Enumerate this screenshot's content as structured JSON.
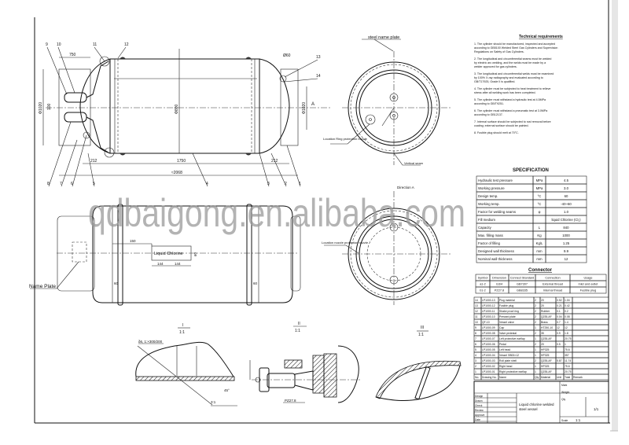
{
  "watermark": "qdbaigong.en.alibaba.com",
  "main_view": {
    "part_numbers": [
      "9",
      "10",
      "11",
      "12",
      "13",
      "14",
      "8",
      "7",
      "6",
      "5",
      "4",
      "3",
      "2",
      "1"
    ],
    "dimensions": {
      "d1": "750",
      "d2": "Φ1020",
      "d3": "1750",
      "d4": "≈2068",
      "d5": "212",
      "d6": "212",
      "d7": "Φ800",
      "d8": "Φ1020",
      "d9": "Ø60",
      "d10": "100"
    },
    "direction_mark": "A"
  },
  "side_view": {
    "label_text": "Liquid Chlorine",
    "name_plate_label": "Name Plate",
    "dims": {
      "w": "150",
      "a": "144",
      "b": "144",
      "h": "60",
      "band_left": "60",
      "band_right": "60"
    }
  },
  "end_view_top": {
    "steel_name_plate": "steel name plate",
    "location_ring": "Location Ring protection nozzle",
    "vertical_seam": "Vertical seam"
  },
  "end_view_bottom": {
    "direction": "Direction A",
    "location_nozzle": "Location nozzle protection nozzle"
  },
  "details": [
    {
      "id": "I",
      "scale": "1:1"
    },
    {
      "id": "II",
      "scale": "1:1"
    },
    {
      "id": "III",
      "scale": "1:1"
    }
  ],
  "detail_labels": {
    "plug": "PZ27.8",
    "slope": "3:1",
    "angle": "45°",
    "weld": "δ6, 1:×300/200"
  },
  "notes": {
    "title": "Technical requirements",
    "items": [
      "1. The cylinder should be manufactured, inspected and accepted according to GB5100 Welded Steel Gas Cylinders and Supervision Regulations on Safety of Gas Cylinders.",
      "2. The longitudinal and circumferential seams must be welded by electric arc welding, and the welds must be made by a welder approved for gas cylinders.",
      "3. The longitudinal and circumferential welds must be examined by 100% X-ray radiography and evaluated according to GB/T17925, Grade II is qualified.",
      "4. The cylinder must be subjected to heat treatment to relieve stress after all welding work has been completed.",
      "5. The cylinder must withstand a hydraulic test at 4.5MPa according to GB/T9251.",
      "6. The cylinder must withstand a pneumatic test at 3.0MPa according to GB12137.",
      "7. Internal surface should be subjected to rust removal before coating; external surface should be painted.",
      "8. Fusible plug should melt at 70°C."
    ]
  },
  "specification": {
    "title": "SPECIFICATION",
    "rows": [
      [
        "Hydraulic test pressure",
        "MPa",
        "4.5"
      ],
      [
        "Working pressure",
        "MPa",
        "3.0"
      ],
      [
        "Design temp.",
        "°C",
        "60"
      ],
      [
        "Working temp.",
        "°C",
        "-40~60"
      ],
      [
        "Factor for welding seams",
        "φ",
        "1.0"
      ],
      [
        "Fill medium",
        "",
        "liquid Chlorine (Cl₂)"
      ],
      [
        "Capacity",
        "L",
        "840"
      ],
      [
        "Max. filling mass",
        "Kg",
        "1000"
      ],
      [
        "Factor of filling",
        "Kg/L",
        "1.25"
      ],
      [
        "Designed wall thickness",
        "mm",
        "9.9"
      ],
      [
        "Nominal wall thickness",
        "mm",
        "12"
      ]
    ]
  },
  "connector": {
    "title": "Connector",
    "headers": [
      "Symbol",
      "Dimension",
      "Connect Standard",
      "Connection",
      "Usage"
    ],
    "rows": [
      [
        "a1-2",
        "G3/4",
        "GB7307",
        "External thread",
        "Inlet and outlet"
      ],
      [
        "b1-2",
        "PZ27.8",
        "GB8335",
        "Internal thread",
        "Fusible plug"
      ]
    ]
  },
  "parts_list": {
    "rows": [
      [
        "14",
        "LP1000-13",
        "Plug material",
        "2",
        "20",
        "0.52",
        "1.04"
      ],
      [
        "13",
        "LP1000-12",
        "Fusible plug",
        "2",
        "20",
        "0.21",
        "0.42"
      ],
      [
        "12",
        "LP1000-11",
        "Shake proof ring",
        "2",
        "Rubber",
        "0.1",
        "0.2"
      ],
      [
        "11",
        "LP1000-10",
        "Pressed plate",
        "2",
        "Q235-AF",
        "0.04",
        "0.08"
      ],
      [
        "10",
        "QF-10",
        "Vessel valve",
        "2",
        "Brass",
        "0.7",
        "1.4"
      ],
      [
        "9",
        "LP1000-09",
        "Cap",
        "1",
        "HT250-10",
        "12",
        "12"
      ],
      [
        "8",
        "LP1000-08",
        "Valve pedestal",
        "2",
        "35",
        "0.9",
        "1.8"
      ],
      [
        "7",
        "LP1000-07",
        "Left protective earflap",
        "1",
        "Q235-AF",
        "",
        "20.75"
      ],
      [
        "6",
        "LP1000-06",
        "Pedal",
        "2",
        "20",
        "0.5",
        "1"
      ],
      [
        "5",
        "LP1000-05",
        "Left head",
        "1",
        "HP325",
        "",
        "75.6"
      ],
      [
        "4",
        "LP1000-04",
        "Vessel  Φ800×12",
        "1",
        "HP325",
        "",
        "357"
      ],
      [
        "3",
        "LP1000-03",
        "Roll plate shell",
        "2",
        "Q235-AF",
        "5.87",
        "11.74"
      ],
      [
        "2",
        "LP1000-02",
        "Right head",
        "1",
        "HP325",
        "",
        "75.6"
      ],
      [
        "1",
        "LP1000-01",
        "Right protective earflap",
        "1",
        "Q235-AF",
        "",
        "20.75"
      ]
    ],
    "headers": [
      "No.",
      "Drawing No.",
      "Name",
      "Qty",
      "Material",
      "Unit",
      "Total",
      "Remark"
    ]
  },
  "title_block": {
    "drawing_title": "Liquid chlorine welded steel vessel",
    "scale": "1:1",
    "sheet": "1/1",
    "left_labels": [
      "Design",
      "Drawn",
      "Check",
      "Review",
      "Approve",
      "Date"
    ],
    "right_labels": [
      "Mark",
      "Weight",
      "Qty",
      "Scale"
    ]
  }
}
